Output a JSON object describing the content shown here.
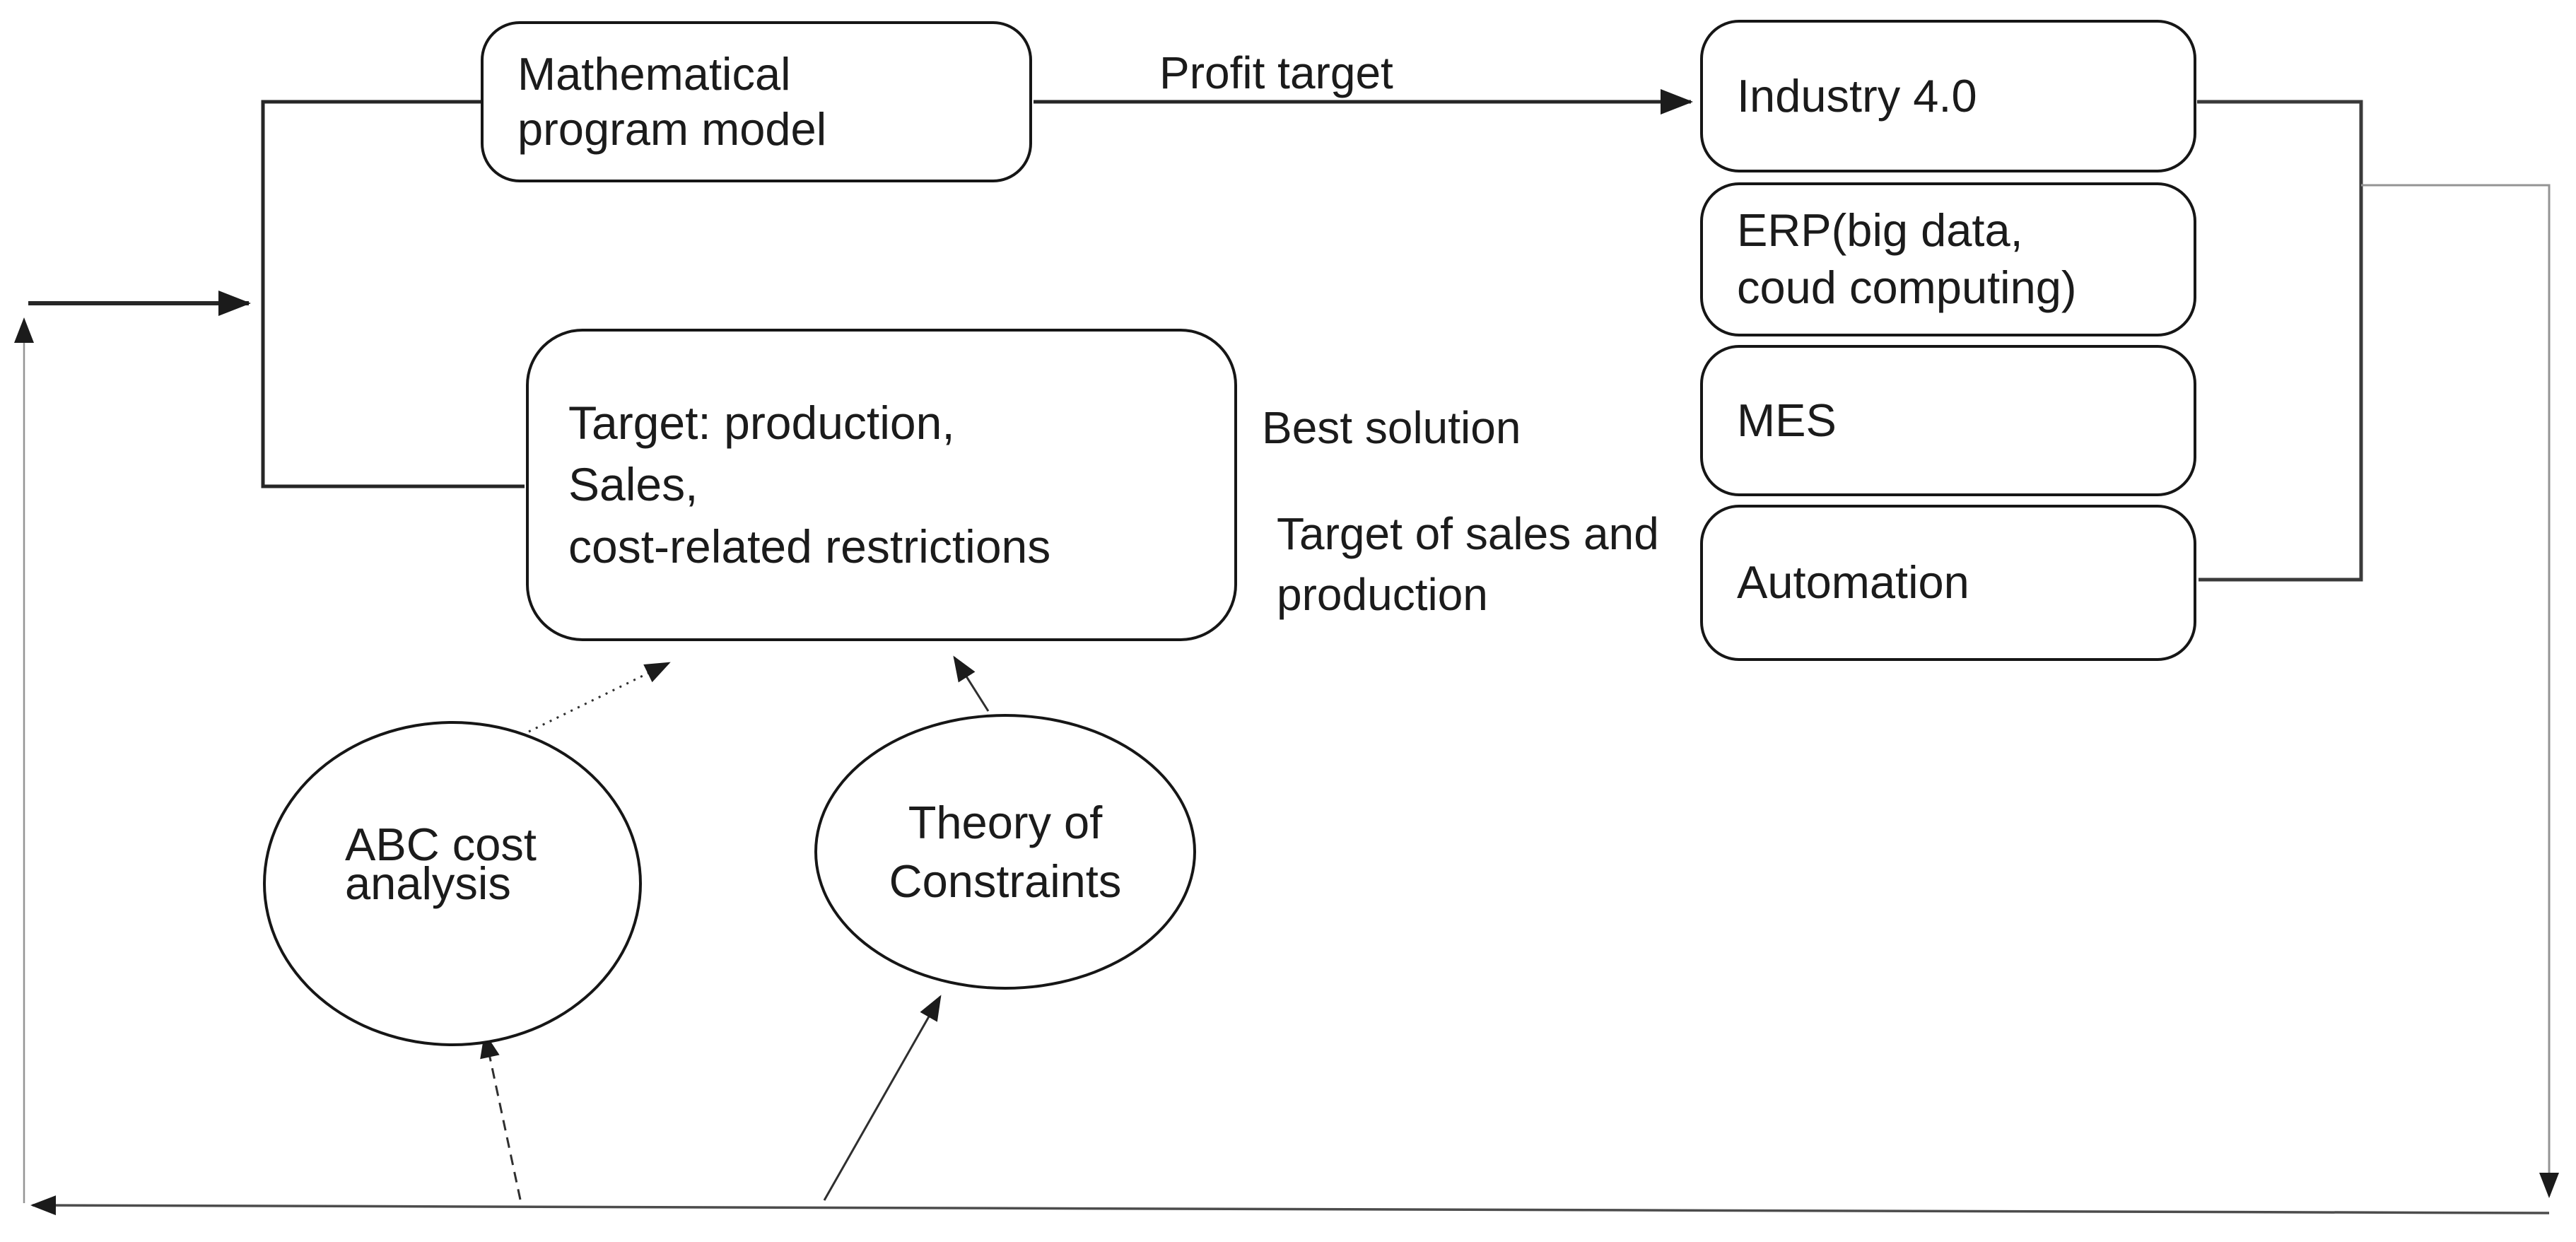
{
  "figure": {
    "type": "flow-diagram",
    "nodes": {
      "math_model": {
        "label": "Mathematical\nprogram model"
      },
      "target_constraints": {
        "label": "Target: production,\nSales,\ncost-related restrictions"
      },
      "industry40": {
        "label": "Industry 4.0"
      },
      "erp": {
        "label": "ERP(big data,\ncoud computing)"
      },
      "mes": {
        "label": "MES"
      },
      "automation": {
        "label": "Automation"
      },
      "abc_cost": {
        "label": "ABC cost\nanalysis"
      },
      "theory_constraints": {
        "label": "Theory of\nConstraints"
      }
    },
    "edge_labels": {
      "profit_target": "Profit target",
      "best_solution": "Best solution",
      "target_sales_production": "Target of sales and\nproduction"
    },
    "colors": {
      "ink": "#1b1b1b",
      "line_dark": "#262626",
      "bracket": "#3a3a3a",
      "line_mid": "#4c4c4c",
      "line_light": "#949494",
      "arrow_thin": "#2f2f2f",
      "node_border": "#161616",
      "node_fill": "#ffffff",
      "background": "#ffffff"
    }
  }
}
